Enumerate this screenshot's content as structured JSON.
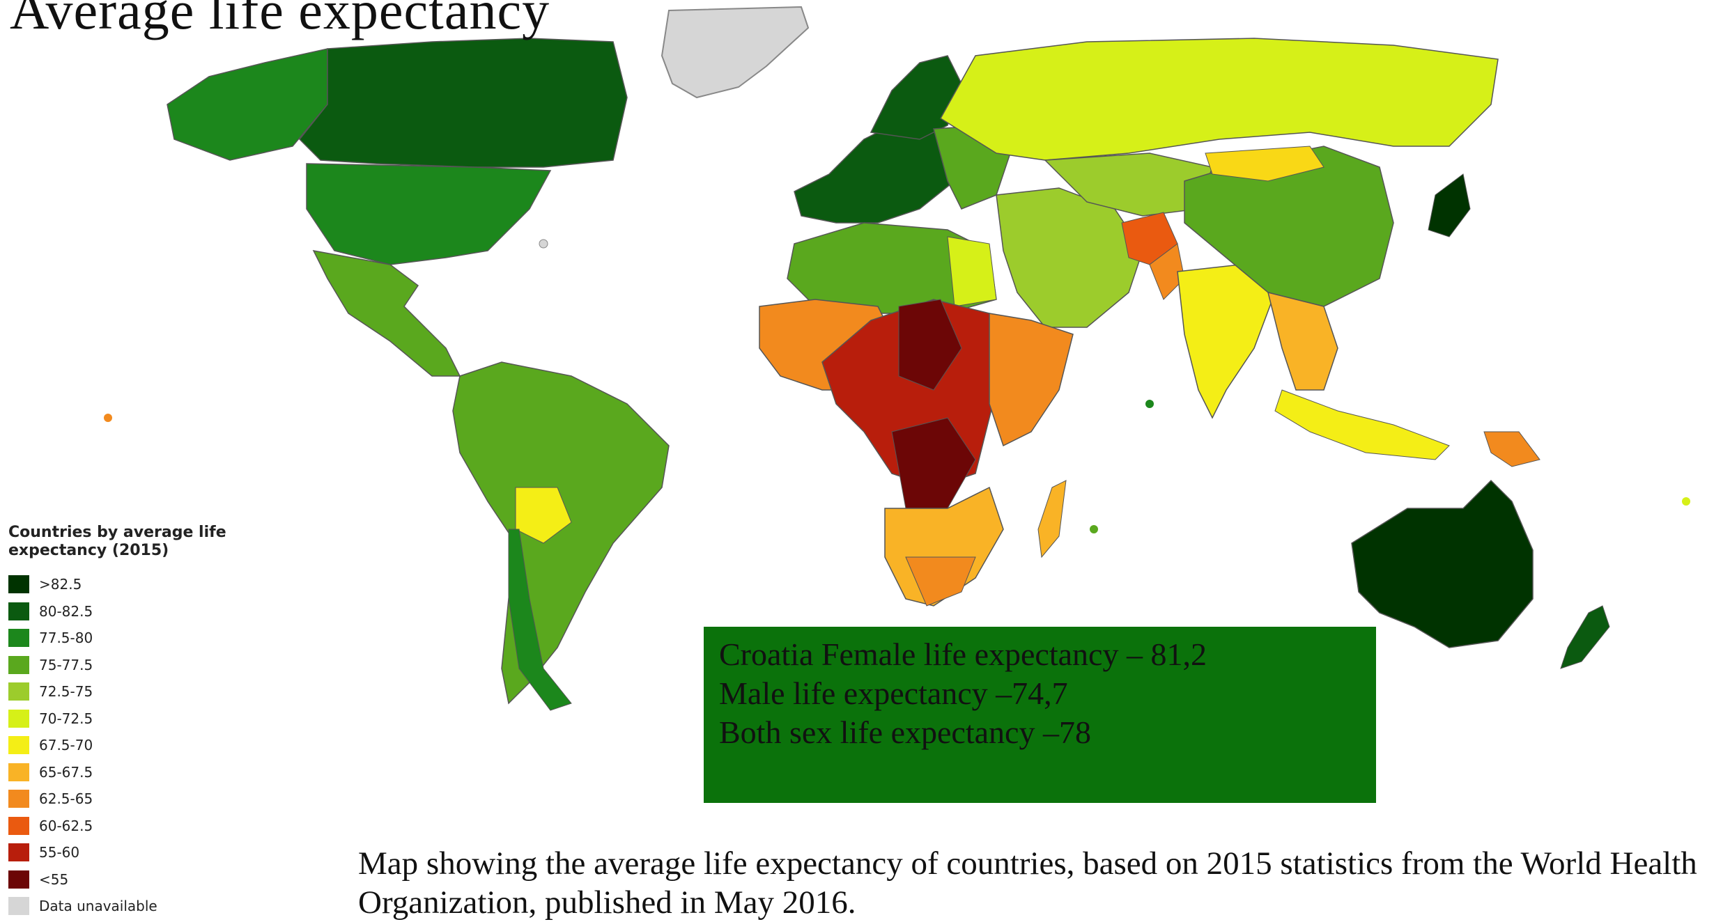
{
  "title": "Average life expectancy",
  "legend": {
    "title": "Countries by average life expectancy (2015)",
    "items": [
      {
        "label": ">82.5",
        "color": "#003300"
      },
      {
        "label": "80-82.5",
        "color": "#0b5a10"
      },
      {
        "label": "77.5-80",
        "color": "#1c871c"
      },
      {
        "label": "75-77.5",
        "color": "#5aa81e"
      },
      {
        "label": "72.5-75",
        "color": "#9ccc2c"
      },
      {
        "label": "70-72.5",
        "color": "#d6f018"
      },
      {
        "label": "67.5-70",
        "color": "#f4ee16"
      },
      {
        "label": "65-67.5",
        "color": "#f9b326"
      },
      {
        "label": "62.5-65",
        "color": "#f28a1e"
      },
      {
        "label": "60-62.5",
        "color": "#ea5a10"
      },
      {
        "label": "55-60",
        "color": "#b81e0c"
      },
      {
        "label": "<55",
        "color": "#6c0606"
      },
      {
        "label": "Data unavailable",
        "color": "#d6d6d6"
      }
    ]
  },
  "info_box": {
    "line1": "Croatia Female life expectancy – 81,2",
    "line2": "Male life expectancy –74,7",
    "line3": "Both sex life expectancy –78"
  },
  "caption": "Map showing the average life expectancy of countries, based on 2015 statistics from the World Health Organization, published in May 2016."
}
